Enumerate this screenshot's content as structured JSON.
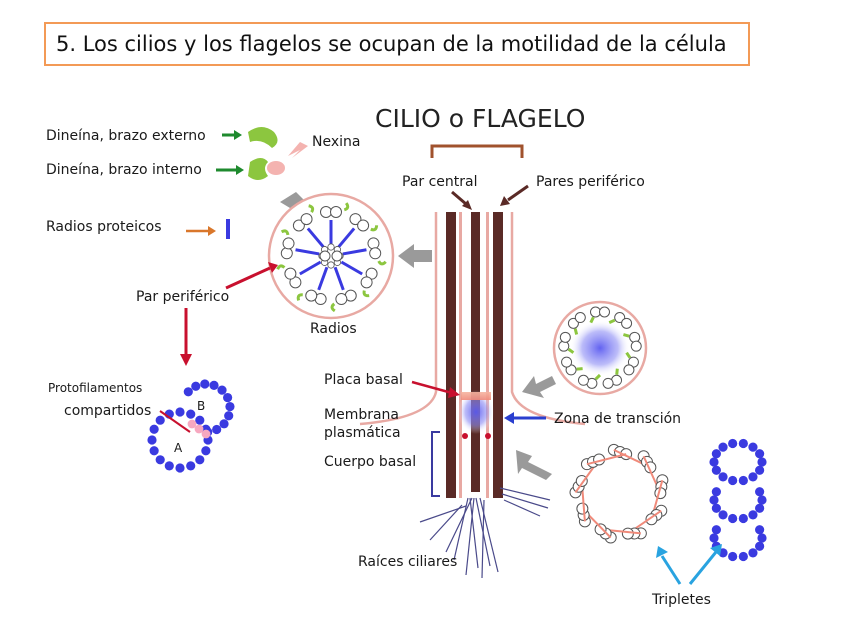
{
  "slide": {
    "title": "5. Los cilios y los flagelos se ocupan de la motilidad de la célula"
  },
  "diagram": {
    "heading": "CILIO o FLAGELO",
    "labels": {
      "dynein_outer": "Dineína, brazo externo",
      "dynein_inner": "Dineína, brazo interno",
      "nexin": "Nexina",
      "radial_spokes": "Radios proteicos",
      "peripheral_pair_left": "Par periférico",
      "spokes": "Radios",
      "central_pair": "Par central",
      "peripheral_pairs": "Pares periférico",
      "protofilaments_1": "Protofilamentos",
      "protofilaments_2": "compartidos",
      "tubule_a": "A",
      "tubule_b": "B",
      "basal_plate": "Placa basal",
      "membrane_1": "Membrana",
      "membrane_2": "plasmática",
      "transition_zone": "Zona de transción",
      "basal_body": "Cuerpo basal",
      "ciliary_roots": "Raíces ciliares",
      "triplets": "Tripletes"
    },
    "colors": {
      "title_border": "#f39a56",
      "membrane": "#e8a9a3",
      "microtubule": "#5a2a26",
      "tubulin_blue": "#3a3ae0",
      "dynein_green": "#8cc63f",
      "nexin_pink": "#f4b3b0",
      "arrow_red": "#c8102e",
      "arrow_green": "#1e8a2e",
      "arrow_orange": "#d9772b",
      "arrow_blue": "#2a3fcf",
      "arrow_cyan": "#29a3e0",
      "arrow_gray": "#999999",
      "bracket_brown": "#a0522d",
      "bracket_blue": "#3a3aa0"
    }
  }
}
